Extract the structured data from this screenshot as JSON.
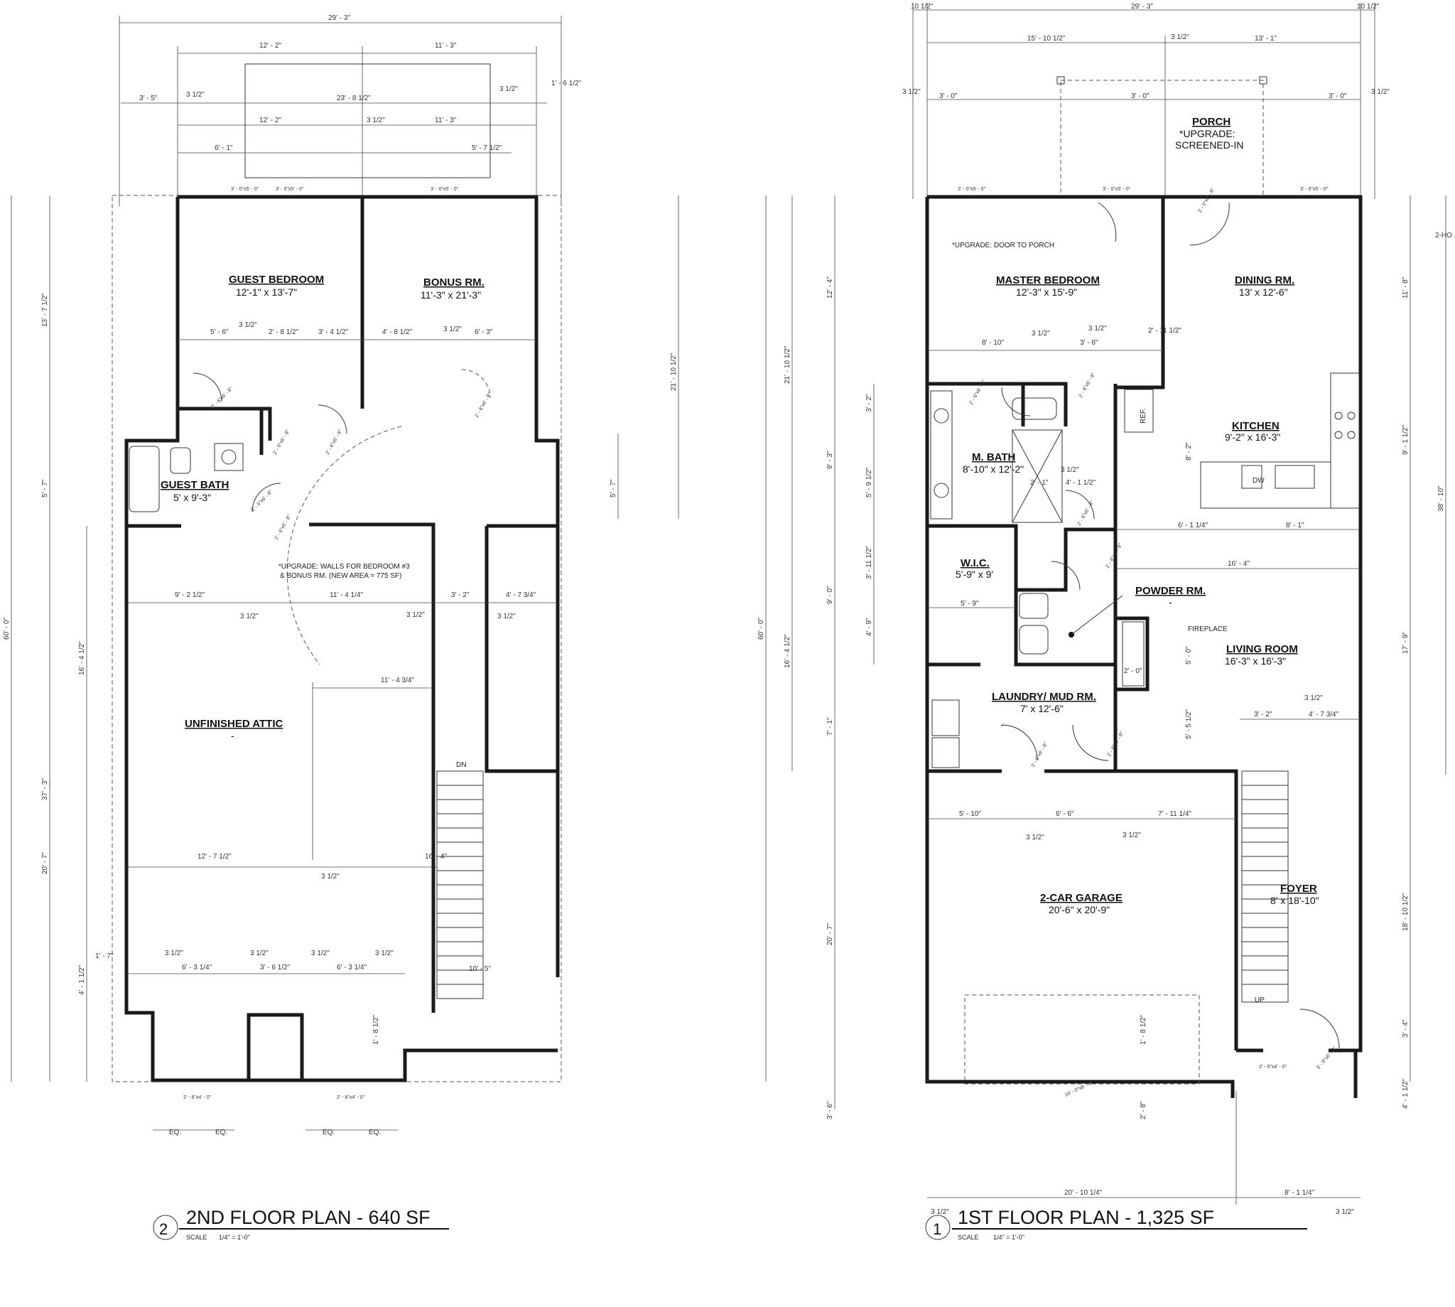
{
  "plans": {
    "second_floor": {
      "number": "2",
      "title": "2ND FLOOR PLAN - 640 SF",
      "scale_label": "SCALE",
      "scale_value": "1/4\" = 1'-0\"",
      "rooms": {
        "guest_bedroom": {
          "name": "GUEST BEDROOM",
          "size": "12'-1\" x 13'-7\""
        },
        "bonus_room": {
          "name": "BONUS RM.",
          "size": "11'-3\" x 21'-3\""
        },
        "guest_bath": {
          "name": "GUEST BATH",
          "size": "5' x 9'-3\""
        },
        "unfinished_attic": {
          "name": "UNFINISHED ATTIC",
          "size": "-"
        }
      },
      "notes": {
        "upgrade_walls_line1": "*UPGRADE: WALLS FOR BEDROOM #3",
        "upgrade_walls_line2": "& BONUS RM. (NEW AREA = 775 SF)",
        "dn": "DN"
      },
      "dims": {
        "overall_width": "29' - 3\"",
        "top_left": "12' - 2\"",
        "top_right": "11' - 3\"",
        "inner_total": "23' - 8 1/2\"",
        "left_offset": "3' - 5\"",
        "right_offset": "1' - 6 1/2\"",
        "mid_left": "12' - 2\"",
        "mid_right": "11' - 3\"",
        "win_left": "6' - 1\"",
        "win_right": "5' - 7 1/2\"",
        "height_overall": "60' - 0\"",
        "h_guest": "13' - 7 1/2\"",
        "h_bath": "5' - 7\"",
        "h_attic": "16' - 4 1/2\"",
        "h_lower": "20' - 7\"",
        "h_total_lower": "37' - 3\"",
        "h_right": "21' - 10 1/2\"",
        "h_right2": "5' - 7\"",
        "d1": "5' - 6\"",
        "d2": "2' - 8 1/2\"",
        "d3": "3' - 4 1/2\"",
        "d4": "4' - 8 1/2\"",
        "d5": "6' - 3\"",
        "d6": "9' - 2 1/2\"",
        "d7": "11' - 4 1/4\"",
        "d8": "3' - 2\"",
        "d9": "4' - 7 3/4\"",
        "d10": "11' - 4 3/4\"",
        "d11": "12' - 7 1/2\"",
        "d12": "16' - 4\"",
        "d13": "10' - 5\"",
        "d14": "6' - 3 1/4\"",
        "d15": "3' - 6 1/2\"",
        "d16": "6' - 3 1/4\"",
        "d17": "1' - 7\"",
        "d18": "1' - 8 1/2\"",
        "d19": "4' - 1 1/2\"",
        "half": "3 1/2\"",
        "eq": "EQ."
      },
      "openings": {
        "window_a": "3' - 0\"x5' - 0\"",
        "window_b": "2' - 6\"x4' - 0\"",
        "door_a": "2' - 6\"x6' - 8\""
      }
    },
    "first_floor": {
      "number": "1",
      "title": "1ST FLOOR PLAN - 1,325 SF",
      "scale_label": "SCALE",
      "scale_value": "1/4\" = 1'-0\"",
      "rooms": {
        "porch": {
          "name": "PORCH",
          "size_line1": "*UPGRADE:",
          "size_line2": "SCREENED-IN"
        },
        "master_bedroom": {
          "name": "MASTER BEDROOM",
          "size": "12'-3\" x 15'-9\""
        },
        "dining": {
          "name": "DINING RM.",
          "size": "13' x 12'-6\""
        },
        "kitchen": {
          "name": "KITCHEN",
          "size": "9'-2\" x 16'-3\""
        },
        "m_bath": {
          "name": "M. BATH",
          "size": "8'-10\" x 12'-2\""
        },
        "wic": {
          "name": "W.I.C.",
          "size": "5'-9\" x 9'"
        },
        "powder": {
          "name": "POWDER RM.",
          "size": "-"
        },
        "living": {
          "name": "LIVING ROOM",
          "size": "16'-3\" x 16'-3\""
        },
        "laundry": {
          "name": "LAUNDRY/ MUD RM.",
          "size": "7' x 12'-6\""
        },
        "garage": {
          "name": "2-CAR GARAGE",
          "size": "20'-6\" x 20'-9\""
        },
        "foyer": {
          "name": "FOYER",
          "size": "8' x 18'-10\""
        }
      },
      "notes": {
        "door_to_porch": "*UPGRADE: DOOR TO PORCH",
        "fireplace": "FIREPLACE",
        "ref": "REF.",
        "dw": "DW",
        "up": "UP",
        "two_ho": "2-HO"
      },
      "dims": {
        "overall_width": "29' - 3\"",
        "left_wall": "10 1/2\"",
        "right_wall": "10 1/2\"",
        "top_left": "15' - 10 1/2\"",
        "top_right": "13' - 1\"",
        "w1": "3' - 0\"",
        "w2": "3' - 0\"",
        "w3": "3' - 0\"",
        "height_overall": "60' - 0\"",
        "h1": "12' - 4\"",
        "h2": "21' - 10 1/2\"",
        "h3": "3' - 2\"",
        "h4": "9' - 3\"",
        "h5": "5' - 9 1/2\"",
        "h6": "3' - 11 1/2\"",
        "h7": "9' - 0\"",
        "h8": "4' - 9\"",
        "h9": "16' - 4 1/2\"",
        "h10": "7' - 1\"",
        "h11": "20' - 7\"",
        "h12": "3' - 6\"",
        "r1": "11' - 8\"",
        "r2": "9' - 1 1/2\"",
        "r3": "38' - 10\"",
        "r4": "17' - 9\"",
        "r5": "18' - 10 1/2\"",
        "r6": "3' - 4\"",
        "r7": "4' - 1 1/2\"",
        "i1": "8' - 10\"",
        "i2": "3' - 6\"",
        "i3": "2' - 11 1/2\"",
        "i4": "6' - 1 1/4\"",
        "i5": "8' - 1\"",
        "i6": "16' - 4\"",
        "i7": "5' - 9\"",
        "i8": "2' - 1\"",
        "i9": "4' - 1 1/2\"",
        "i10": "8' - 2\"",
        "i11": "5' - 0\"",
        "i12": "2' - 0\"",
        "i13": "5' - 5 1/2\"",
        "i14": "3' - 2\"",
        "i15": "4' - 7 3/4\"",
        "i16": "5' - 10\"",
        "i17": "6' - 6\"",
        "i18": "7' - 11 1/4\"",
        "i19": "1' - 8 1/2\"",
        "i20": "2' - 8\"",
        "b1": "20' - 10 1/4\"",
        "b2": "8' - 1 1/4\"",
        "half": "3 1/2\""
      },
      "openings": {
        "window_a": "3' - 0\"x5' - 0\"",
        "window_b": "2' - 6\"x4' - 0\"",
        "door_a": "2' - 6\"x6' - 8\"",
        "door_b": "3' - 0\"x6' - 8\"",
        "garage_door": "16' - 0\"x8' - 0\""
      }
    }
  }
}
